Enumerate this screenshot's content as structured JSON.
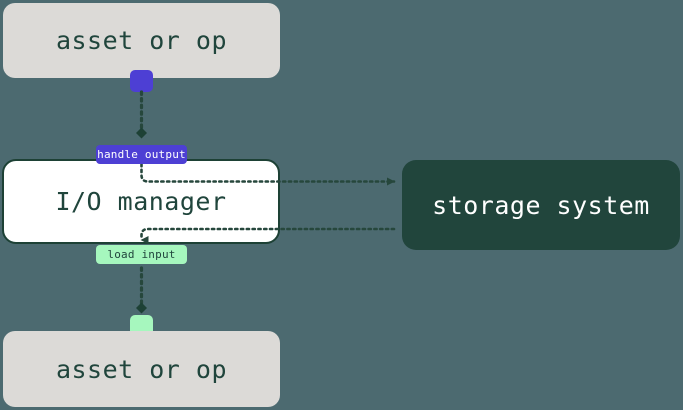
{
  "diagram": {
    "background_color": "#4c6a70",
    "title": "io-manager-dataflow",
    "nodes": {
      "asset_top": {
        "label": "asset or op",
        "fill": "#dcdad7",
        "text_color": "#20453c"
      },
      "io_manager": {
        "label": "I/O manager",
        "fill": "#ffffff",
        "text_color": "#20453c",
        "border_color": "#1d4135"
      },
      "storage_system": {
        "label": "storage system",
        "fill": "#21453c",
        "text_color": "#ffffff"
      },
      "asset_bottom": {
        "label": "asset or op",
        "fill": "#dcdad7",
        "text_color": "#20453c"
      }
    },
    "ports": {
      "output_port": {
        "name": "output-port",
        "color": "#4d3fd4"
      },
      "input_port": {
        "name": "input-port",
        "color": "#a6f7be"
      }
    },
    "edge_labels": {
      "handle_output": {
        "text": "handle output",
        "fill": "#4d3fd4",
        "text_color": "#ffffff"
      },
      "load_input": {
        "text": "load input",
        "fill": "#a6f7be",
        "text_color": "#20453c"
      }
    },
    "edges": {
      "line_color": "#26473c",
      "style": "dotted"
    }
  }
}
